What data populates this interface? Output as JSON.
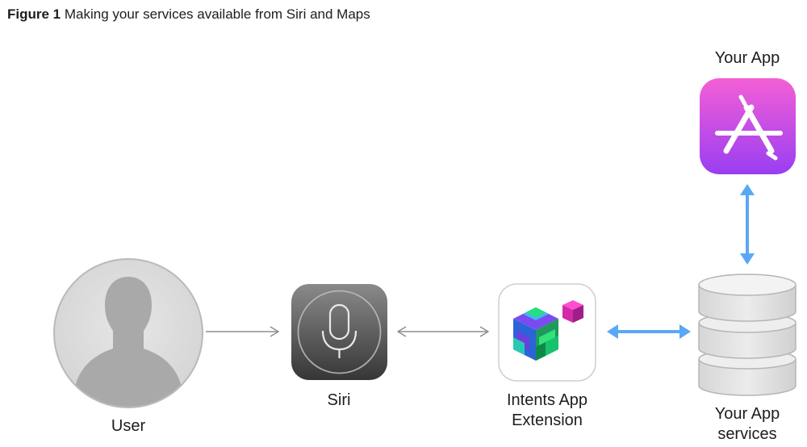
{
  "caption": {
    "prefix": "Figure 1",
    "text": "Making your services available from Siri and Maps"
  },
  "nodes": {
    "user": {
      "label": "User",
      "icon": "user-silhouette-icon"
    },
    "siri": {
      "label": "Siri",
      "icon": "microphone-icon"
    },
    "intents": {
      "label_line1": "Intents App",
      "label_line2": "Extension",
      "icon": "intents-cube-icon"
    },
    "your_app": {
      "label": "Your App",
      "icon": "app-store-icon"
    },
    "services": {
      "label_line1": "Your App",
      "label_line2": "services",
      "icon": "database-icon"
    }
  },
  "edges": [
    {
      "from": "user",
      "to": "siri",
      "direction": "one-way",
      "color": "#8e8e93"
    },
    {
      "from": "siri",
      "to": "intents",
      "direction": "two-way",
      "color": "#8e8e93"
    },
    {
      "from": "intents",
      "to": "services",
      "direction": "two-way",
      "color": "#5aa8f5"
    },
    {
      "from": "services",
      "to": "your_app",
      "direction": "two-way",
      "color": "#5aa8f5"
    }
  ],
  "colors": {
    "app_gradient_top": "#f25ddb",
    "app_gradient_bottom": "#9b3df0",
    "siri_gradient_top": "#7f7f7f",
    "siri_gradient_bottom": "#3c3c3c",
    "blue_arrow": "#5aa8f5",
    "gray_arrow": "#8e8e93"
  }
}
